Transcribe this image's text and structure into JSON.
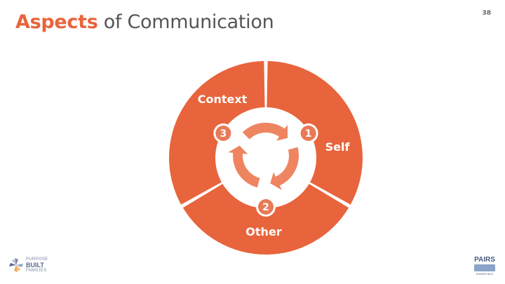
{
  "title": {
    "highlight": "Aspects",
    "rest": "of Communication"
  },
  "page_number": "38",
  "segments": [
    {
      "label": "Self",
      "number": "1"
    },
    {
      "label": "Other",
      "number": "2"
    },
    {
      "label": "Context",
      "number": "3"
    }
  ],
  "colors": {
    "segment": "#e8643c",
    "badge": "#e87a57",
    "cycle": "#ee8560",
    "title_accent": "#e8643c",
    "title_text": "#555555"
  },
  "icons": {
    "center": "cycle-arrows-icon"
  },
  "logos": {
    "left": {
      "line1": "PURPOSE",
      "line2": "BUILT",
      "line3": "FAMILIES"
    },
    "right": {
      "name": "PAIRS",
      "sub": "ESSENTIALS"
    }
  }
}
